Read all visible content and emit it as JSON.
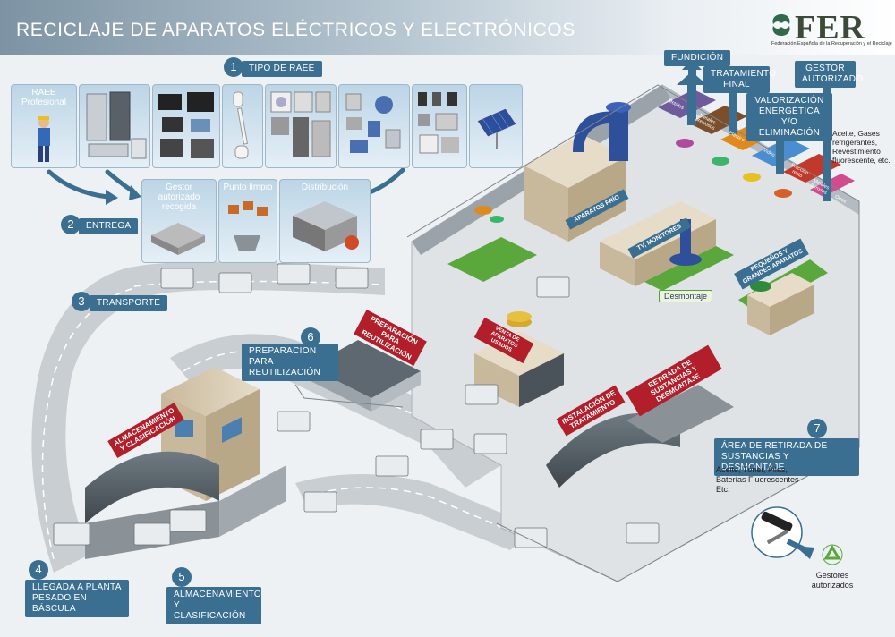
{
  "header": {
    "title": "RECICLAJE DE APARATOS ELÉCTRICOS Y ELECTRÓNICOS",
    "logo_text": "FER",
    "logo_subtitle": "Federación Española de la Recuperación y el Reciclaje"
  },
  "steps": [
    {
      "number": "1",
      "label": "TIPO DE RAEE"
    },
    {
      "number": "2",
      "label": "ENTREGA"
    },
    {
      "number": "3",
      "label": "TRANSPORTE"
    },
    {
      "number": "4",
      "label": "LLEGADA A PLANTA PESADO EN BÁSCULA"
    },
    {
      "number": "5",
      "label": "ALMACENAMIENTO Y CLASIFICACIÓN"
    },
    {
      "number": "6",
      "label": "PREPARACION PARA REUTILIZACIÓN"
    },
    {
      "number": "7",
      "label": "ÁREA DE RETIRADA DE SUSTANCIAS Y DESMONTAJE"
    }
  ],
  "raee_panels": [
    {
      "label": "RAEE Profesional",
      "icon": "worker-icon"
    },
    {
      "label": "",
      "icon": "fridge-icon"
    },
    {
      "label": "",
      "icon": "computer-icon"
    },
    {
      "label": "",
      "icon": "lamp-icon"
    },
    {
      "label": "",
      "icon": "washer-icon"
    },
    {
      "label": "",
      "icon": "small-appliance-icon"
    },
    {
      "label": "",
      "icon": "phone-icon"
    },
    {
      "label": "",
      "icon": "solar-panel-icon"
    }
  ],
  "delivery_points": [
    {
      "label": "Gestor autorizado recogida"
    },
    {
      "label": "Punto limpio"
    },
    {
      "label": "Distribución"
    }
  ],
  "outputs": [
    {
      "label": "FUNDICIÓN"
    },
    {
      "label": "TRATAMIENTO FINAL"
    },
    {
      "label": "VALORIZACIÓN ENERGÉTICA Y/O ELIMINACIÓN"
    },
    {
      "label": "GESTOR AUTORIZADO"
    }
  ],
  "gestor_note": "Aceite, Gases refrigerantes, Revestimiento fluorescente, etc.",
  "banners": {
    "almacenamiento": "ALMACENAMIENTO Y CLASIFICACIÓN",
    "preparacion": "PREPARACIÓN PARA REUTILIZACIÓN",
    "venta": "VENTA DE APARATOS USADOS",
    "instalacion": "INSTALACIÓN DE TRATAMIENTO",
    "retirada": "RETIRADA DE SUSTANCIAS Y DESMONTAJE"
  },
  "plant_lines": {
    "frio": "APARATOS FRÍO",
    "monitores": "TV, MONITORES",
    "pequenos": "PEQUEÑOS Y GRANDES APARATOS",
    "desmontaje": "Desmontaje"
  },
  "bins": [
    "Metales",
    "Metales preciosos",
    "Plástico",
    "Vidrio",
    "Fracción resto",
    "Metales ferrosos",
    "Otros"
  ],
  "substances_note": "Aceite, Tóner, Pilas, Baterías Fluorescentes Etc.",
  "gestores_label": "Gestores autorizados",
  "colors": {
    "accent": "#3a6f92",
    "banner": "#b21e2a",
    "line": "#2f8a3a",
    "road": "#c9ced2",
    "ground": "#dfe3e6"
  }
}
